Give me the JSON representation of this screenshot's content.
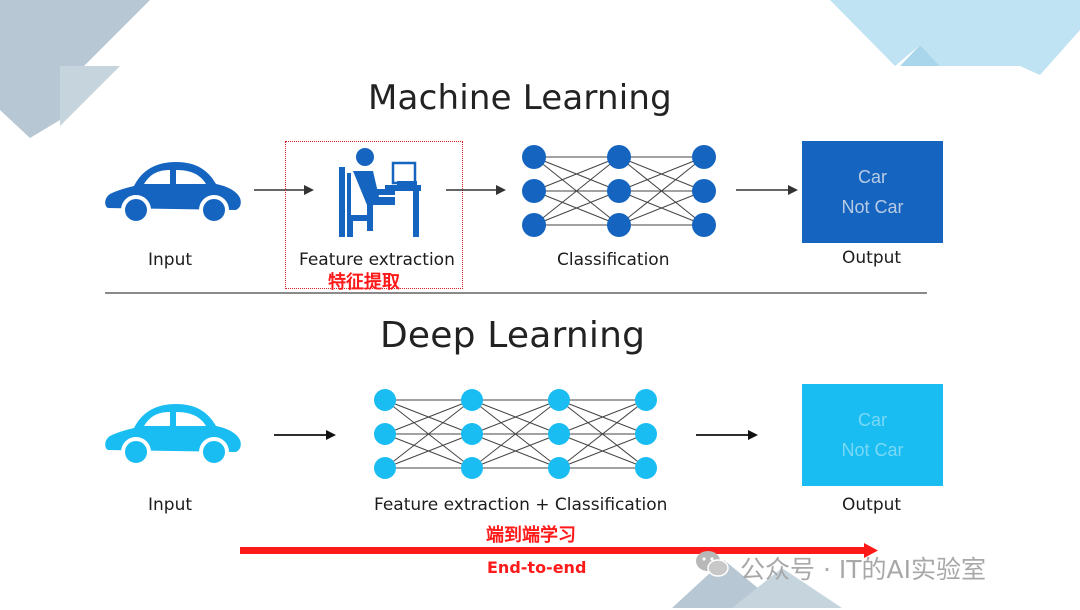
{
  "machine_learning": {
    "title": "Machine Learning",
    "input_label": "Input",
    "feature_label": "Feature extraction",
    "feature_label_cn": "特征提取",
    "classification_label": "Classification",
    "output_label": "Output",
    "output_lines": [
      "Car",
      "Not Car"
    ]
  },
  "deep_learning": {
    "title": "Deep Learning",
    "input_label": "Input",
    "combined_label": "Feature extraction + Classification",
    "output_label": "Output",
    "output_lines": [
      "Car",
      "Not Car"
    ],
    "e2e_label_cn": "端到端学习",
    "e2e_label": "End-to-end"
  },
  "watermark": {
    "text": "公众号 · IT的AI实验室",
    "icon": "wechat-icon"
  },
  "colors": {
    "ml_blue": "#1565c0",
    "dl_blue": "#19bdf2",
    "red": "#ff1a1a",
    "corner_gray": "#b7c7d3",
    "corner_blue": "#bfe3f2"
  }
}
